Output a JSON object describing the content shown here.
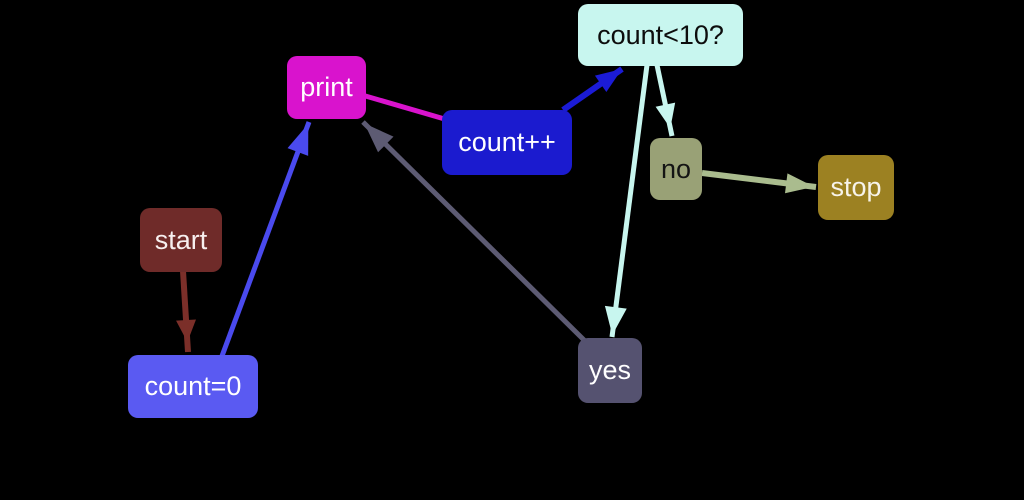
{
  "diagram": {
    "background": "#000000",
    "nodes": {
      "start": {
        "label": "start",
        "color": "#6f2b29",
        "text_color": "#f7efef"
      },
      "count0": {
        "label": "count=0",
        "color": "#5a5af2",
        "text_color": "#ffffff"
      },
      "print": {
        "label": "print",
        "color": "#d913cd",
        "text_color": "#ffffff"
      },
      "countpp": {
        "label": "count++",
        "color": "#1b1bcf",
        "text_color": "#ffffff"
      },
      "cond": {
        "label": "count<10?",
        "color": "#c8f6ef",
        "text_color": "#0d0d0d"
      },
      "no": {
        "label": "no",
        "color": "#99a176",
        "text_color": "#141414"
      },
      "yes": {
        "label": "yes",
        "color": "#555270",
        "text_color": "#ffffff"
      },
      "stop": {
        "label": "stop",
        "color": "#9c8122",
        "text_color": "#f7f3ea"
      }
    },
    "edges": [
      {
        "from": "start",
        "to": "count=0",
        "color": "#7b2f29"
      },
      {
        "from": "count=0",
        "to": "print",
        "color": "#4a4aee"
      },
      {
        "from": "print",
        "to": "count++",
        "color": "#d913cd"
      },
      {
        "from": "count++",
        "to": "count<10?",
        "color": "#1b1bd6"
      },
      {
        "from": "count<10?",
        "to": "no",
        "color": "#c8f6ef"
      },
      {
        "from": "count<10?",
        "to": "yes",
        "color": "#c8f6ef"
      },
      {
        "from": "no",
        "to": "stop",
        "color": "#aabc8e"
      },
      {
        "from": "yes",
        "to": "print",
        "color": "#5d5b73"
      }
    ]
  }
}
